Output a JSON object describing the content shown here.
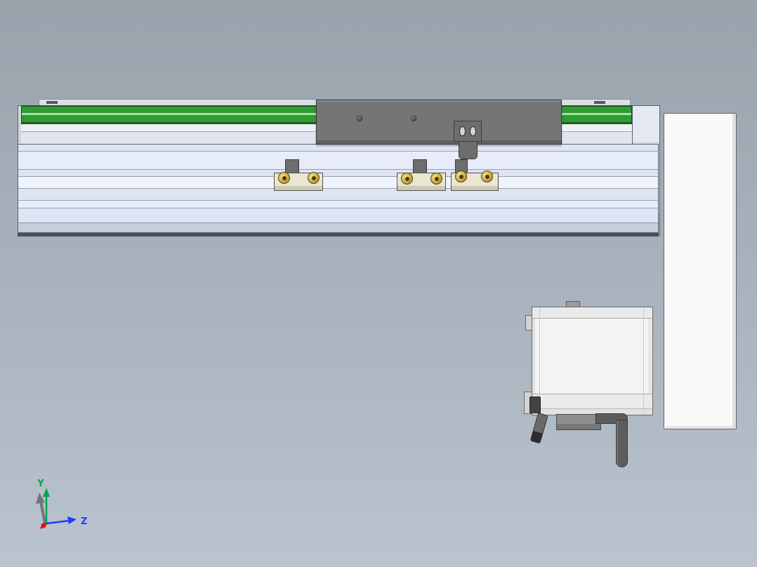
{
  "palette": {
    "bg_top": "#99a3ac",
    "bg_mid": "#aab4be",
    "bg_bottom": "#bac4ce",
    "rail_green": "#2f9b33",
    "rail_green_dark": "#1a5e1c",
    "rail_highlight": "#a8e0a8",
    "body_fill": "#dde4f3",
    "body_line": "#99a0ad",
    "body_bottom": "#c9cfd9",
    "edge_dark": "#4a4f58",
    "cap_fill": "#d2d8e2",
    "carriage_gray": "#757575",
    "carriage_edge": "#3c3c3c",
    "bracket_cream": "#eae6d4",
    "roller_gold": "#cfae3e",
    "roller_core": "#4a3c10",
    "plate_white": "#fafafa",
    "motor_white": "#f3f3f3",
    "motor_line": "#c9c9c9",
    "connector_gray": "#8f8f8f",
    "cable_gray": "#5d5d5d",
    "axis_y": "#00a651",
    "axis_z": "#1f3bff",
    "axis_x": "#e01010",
    "axis_shadow": "#70757c"
  },
  "triad": {
    "y_label": "Y",
    "z_label": "Z"
  },
  "model": {
    "parts": [
      "linear-stage-body",
      "linear-guide-rail",
      "carriage-block",
      "sensor-bracket-left",
      "sensor-bracket-middle",
      "sensor-bracket-right",
      "roller-bearings",
      "stage-end-cap-left",
      "stage-end-cap-right",
      "motor-mounting-plate",
      "stepper-motor",
      "motor-connector",
      "motor-cable"
    ]
  }
}
